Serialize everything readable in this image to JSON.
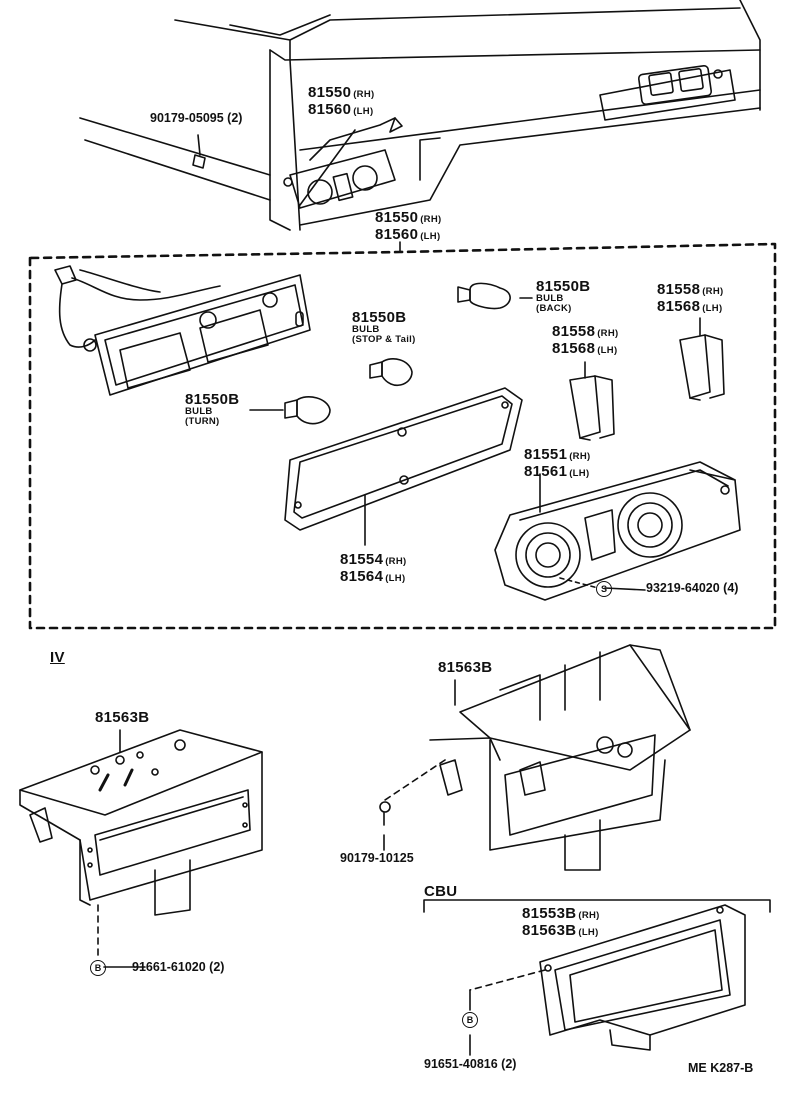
{
  "diagram_code": "ME  K287-B",
  "labels": {
    "rear_lamp_assy": {
      "rh": "81550",
      "rh_sfx": "(RH)",
      "lh": "81560",
      "lh_sfx": "(LH)"
    },
    "lamp_assy_group": {
      "rh": "81550",
      "rh_sfx": "(RH)",
      "lh": "81560",
      "lh_sfx": "(LH)"
    },
    "body_nut": "90179-05095 (2)",
    "bulb_back": {
      "part": "81550B",
      "desc1": "BULB",
      "desc2": "(BACK)"
    },
    "bulb_stop_tail": {
      "part": "81550B",
      "desc1": "BULB",
      "desc2": "(STOP & Tail)"
    },
    "bulb_turn": {
      "part": "81550B",
      "desc1": "BULB",
      "desc2": "(TURN)"
    },
    "reflector_upper": {
      "rh": "81558",
      "rh_sfx": "(RH)",
      "lh": "81568",
      "lh_sfx": "(LH)"
    },
    "reflector_lower": {
      "rh": "81558",
      "rh_sfx": "(RH)",
      "lh": "81568",
      "lh_sfx": "(LH)"
    },
    "lens": {
      "rh": "81551",
      "rh_sfx": "(RH)",
      "lh": "81561",
      "lh_sfx": "(LH)"
    },
    "gasket": {
      "rh": "81554",
      "rh_sfx": "(RH)",
      "lh": "81564",
      "lh_sfx": "(LH)"
    },
    "lens_screw": {
      "mark": "S",
      "text": "93219-64020 (4)"
    },
    "section_iv": "IV",
    "bracket_iv": "81563B",
    "bracket_right": "81563B",
    "bracket_nut": "90179-10125",
    "bracket_screw": {
      "mark": "B",
      "text": "91661-61020 (2)"
    },
    "section_cbu": "CBU",
    "bracket_cbu": {
      "rh": "81553B",
      "rh_sfx": "(RH)",
      "lh": "81563B",
      "lh_sfx": "(LH)"
    },
    "cbu_screw": {
      "mark": "B",
      "text": "91651-40816 (2)"
    }
  }
}
